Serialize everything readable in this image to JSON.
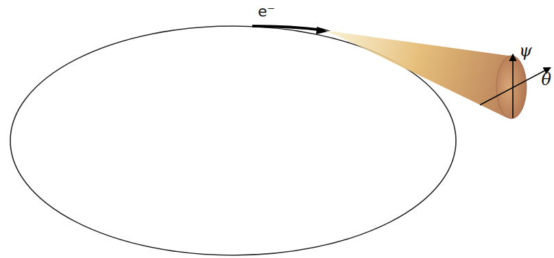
{
  "diagram": {
    "labels": [
      "e⁻",
      "ψ",
      "θ"
    ]
  }
}
